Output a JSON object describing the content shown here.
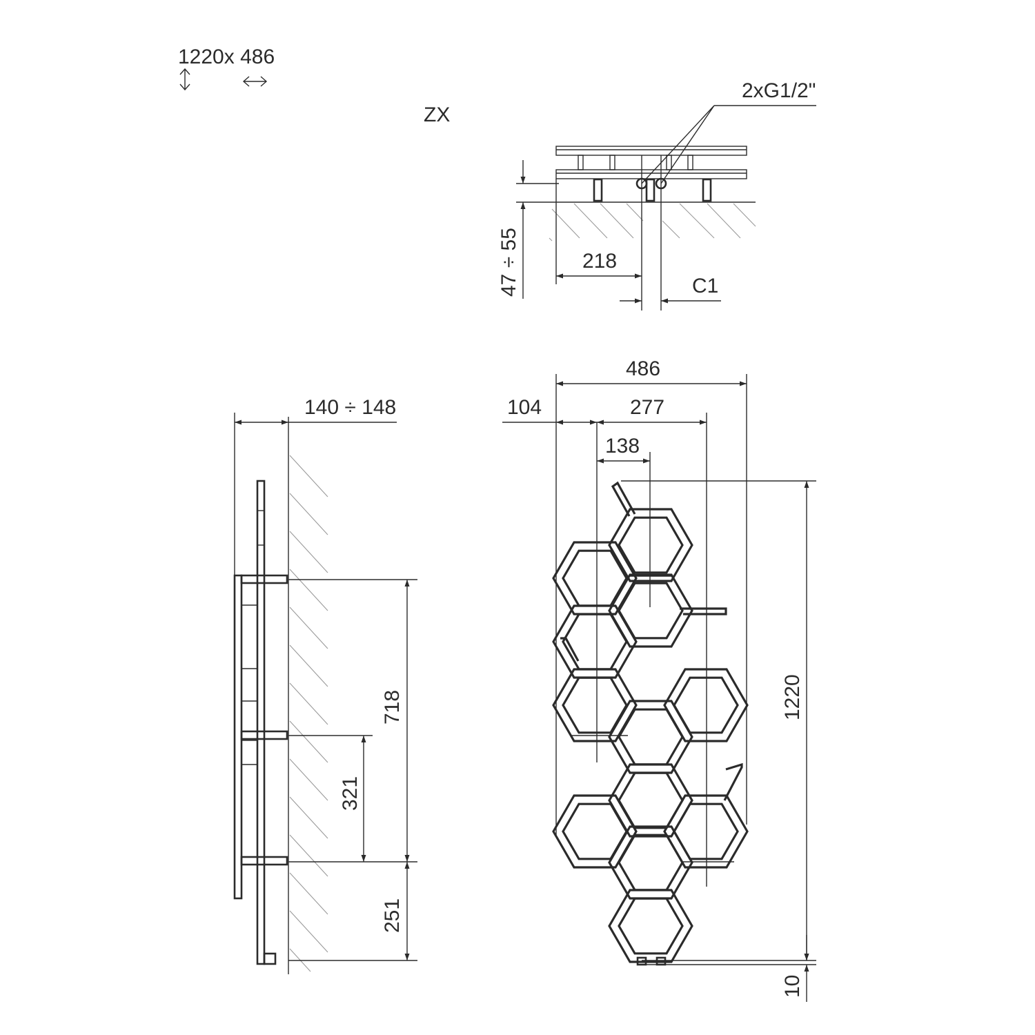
{
  "header": {
    "size_text": "1220x 486",
    "height_arrow_icon": "vertical-double-arrow-icon",
    "width_arrow_icon": "horizontal-double-arrow-icon",
    "connection_code": "ZX"
  },
  "top_view": {
    "connector_label": "2xG1/2\"",
    "wall_distance_label": "47 ÷ 55",
    "offset_label": "218",
    "spacing_label": "C1"
  },
  "side_view": {
    "depth_label": "140 ÷ 148",
    "bracket_span_label": "718",
    "bracket_gap_label": "321",
    "bottom_label": "251"
  },
  "front_view": {
    "width_label": "486",
    "left_offset_label": "104",
    "bracket_width_label": "277",
    "inlet_offset_label": "138",
    "height_label": "1220",
    "floor_gap_label": "10"
  }
}
